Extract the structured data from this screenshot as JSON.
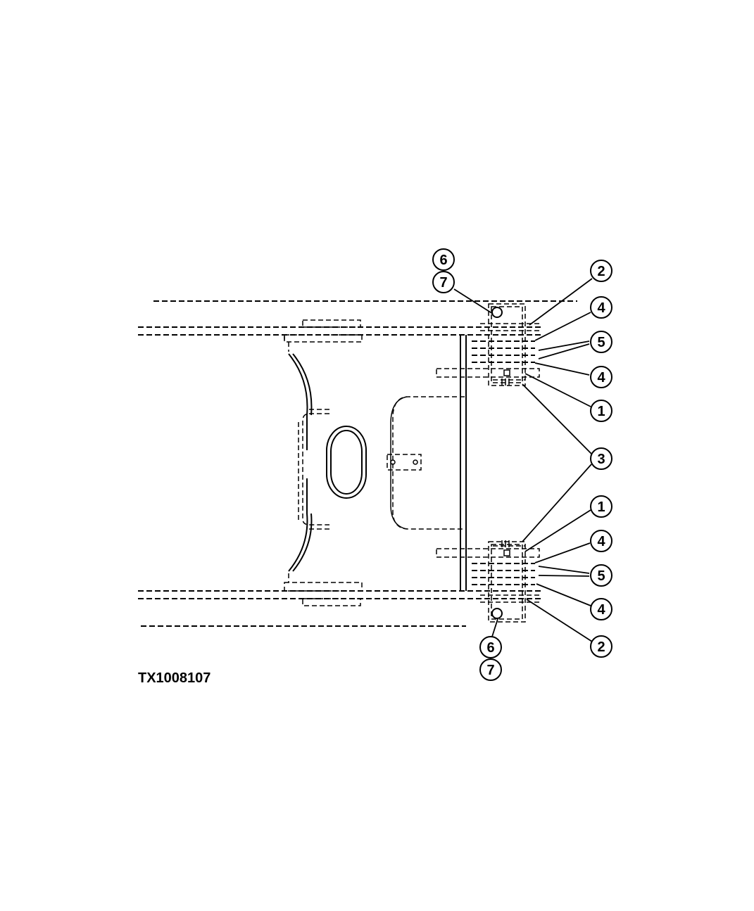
{
  "figure_id": "TX1008107",
  "callouts": [
    {
      "label": "6"
    },
    {
      "label": "7"
    },
    {
      "label": "2"
    },
    {
      "label": "4"
    },
    {
      "label": "5"
    },
    {
      "label": "4"
    },
    {
      "label": "1"
    },
    {
      "label": "3"
    },
    {
      "label": "1"
    },
    {
      "label": "4"
    },
    {
      "label": "5"
    },
    {
      "label": "4"
    },
    {
      "label": "2"
    },
    {
      "label": "6"
    },
    {
      "label": "7"
    }
  ]
}
